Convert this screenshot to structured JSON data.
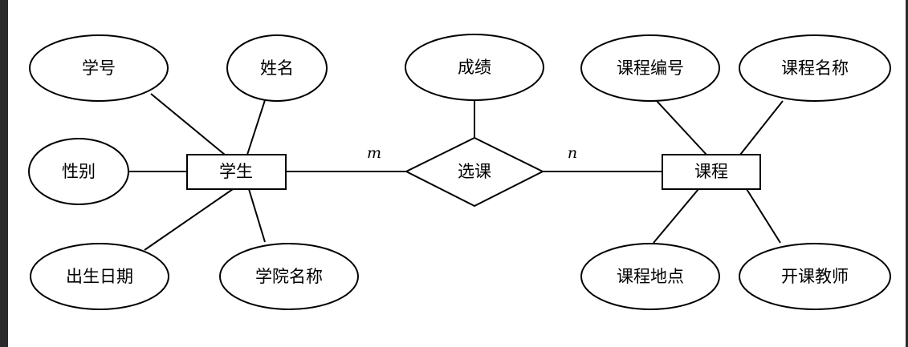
{
  "diagram": {
    "entities": [
      {
        "id": "student",
        "label": "学生"
      },
      {
        "id": "course",
        "label": "课程"
      }
    ],
    "relationship": {
      "id": "enroll",
      "label": "选课"
    },
    "attributes": {
      "student_id": "学号",
      "student_name": "姓名",
      "gender": "性别",
      "birthdate": "出生日期",
      "college_name": "学院名称",
      "grade": "成绩",
      "course_id": "课程编号",
      "course_name": "课程名称",
      "course_location": "课程地点",
      "teacher": "开课教师"
    },
    "cardinality": {
      "student_side": "m",
      "course_side": "n"
    }
  }
}
